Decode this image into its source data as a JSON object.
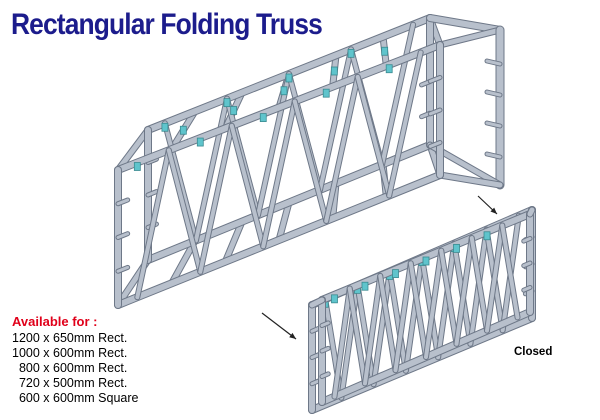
{
  "title": "Rectangular Folding Truss",
  "availability": {
    "heading": "Available for :",
    "sizes": [
      "1200 x 650mm Rect.",
      "1000 x 600mm Rect.",
      "  800 x 600mm Rect.",
      "  720 x 500mm Rect.",
      "  600 x 600mm Square"
    ]
  },
  "closed_label": "Closed",
  "colors": {
    "title": "#1c1c8c",
    "heading": "#e0001a",
    "metal": "#b8c0cc",
    "metal_edge": "#6e7888",
    "connector": "#5fc4cc"
  },
  "illustration": {
    "open_truss": "open-folding-truss-drawing",
    "closed_truss": "closed-folding-truss-drawing",
    "arrows": [
      "fold-arrow-right",
      "fold-arrow-left"
    ]
  }
}
